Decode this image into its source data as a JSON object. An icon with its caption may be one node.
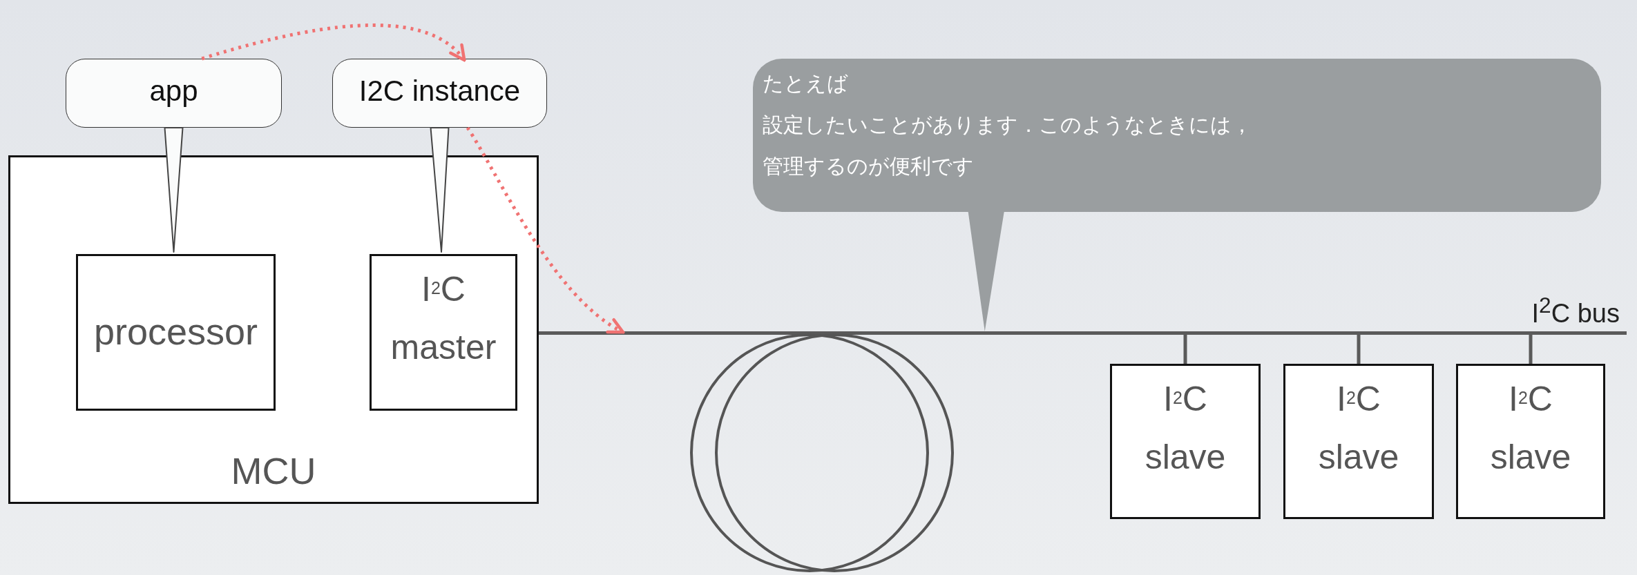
{
  "diagram": {
    "nodes": [
      {
        "text": [
          "MCU"
        ]
      },
      {
        "text": [
          "processor"
        ],
        "in": 0
      },
      {
        "text": [
          "I$^{2}$C master"
        ],
        "in": 0
      },
      {
        "text": [
          "app"
        ]
      },
      {
        "text": [
          "I2C instance"
        ]
      },
      {
        "text": [
          "たとえば",
          "設定したいことがあります．このようなときには，",
          "管理するのが便利です"
        ]
      },
      {
        "text": [],
        "shape": "bar",
        "beside": [
          "I$^{2}$C bus"
        ]
      },
      {
        "text": [
          "I$^{2}$C slave"
        ]
      },
      {
        "text": [
          "I$^{2}$C slave"
        ]
      },
      {
        "text": [
          "I$^{2}$C slave"
        ]
      }
    ],
    "edges": [
      {
        "from": 3,
        "to": 4,
        "arrow": "to",
        "style": "dashed",
        "color": "#f07272"
      },
      {
        "from": 4,
        "to": 6,
        "arrow": "to",
        "style": "dashed",
        "color": "#f07272"
      },
      {
        "from": 3,
        "to": 1,
        "arrow": "none"
      },
      {
        "from": 4,
        "to": 2,
        "arrow": "none"
      },
      {
        "from": 5,
        "to": 6,
        "arrow": "none"
      },
      {
        "from": 6,
        "to": 7,
        "arrow": "none"
      },
      {
        "from": 6,
        "to": 8,
        "arrow": "none"
      },
      {
        "from": 6,
        "to": 9,
        "arrow": "none"
      }
    ]
  }
}
